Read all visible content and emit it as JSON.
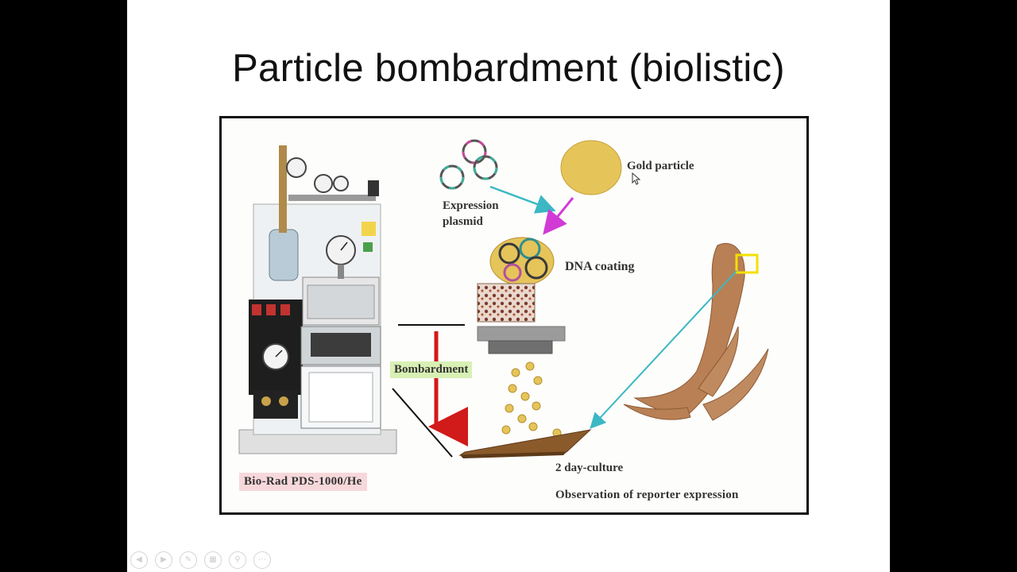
{
  "slide": {
    "title": "Particle bombardment (biolistic)",
    "figure": {
      "labels": {
        "gold_particle": "Gold particle",
        "expression_plasmid_line1": "Expression",
        "expression_plasmid_line2": "plasmid",
        "dna_coating": "DNA coating",
        "bombardment": "Bombardment",
        "culture": "2 day-culture",
        "observation": "Observation of reporter expression",
        "instrument": "Bio-Rad  PDS-1000/He"
      },
      "colors": {
        "gold": "#e5c45a",
        "arrow_cyan": "#3bb8c4",
        "arrow_magenta": "#d23ad6",
        "arrow_red": "#d11a1a",
        "seaweed": "#b98055",
        "tissue": "#8a5a2b",
        "highlight_box": "#f3e000",
        "bombardment_badge": "#d8f0b4",
        "instrument_badge": "#f7d8da"
      }
    }
  },
  "controls": [
    {
      "icon": "previous-slide-icon",
      "glyph": "◀"
    },
    {
      "icon": "next-slide-icon",
      "glyph": "▶"
    },
    {
      "icon": "pen-icon",
      "glyph": "✎"
    },
    {
      "icon": "slide-sorter-icon",
      "glyph": "▦"
    },
    {
      "icon": "zoom-icon",
      "glyph": "⚲"
    },
    {
      "icon": "more-options-icon",
      "glyph": "⋯"
    }
  ]
}
